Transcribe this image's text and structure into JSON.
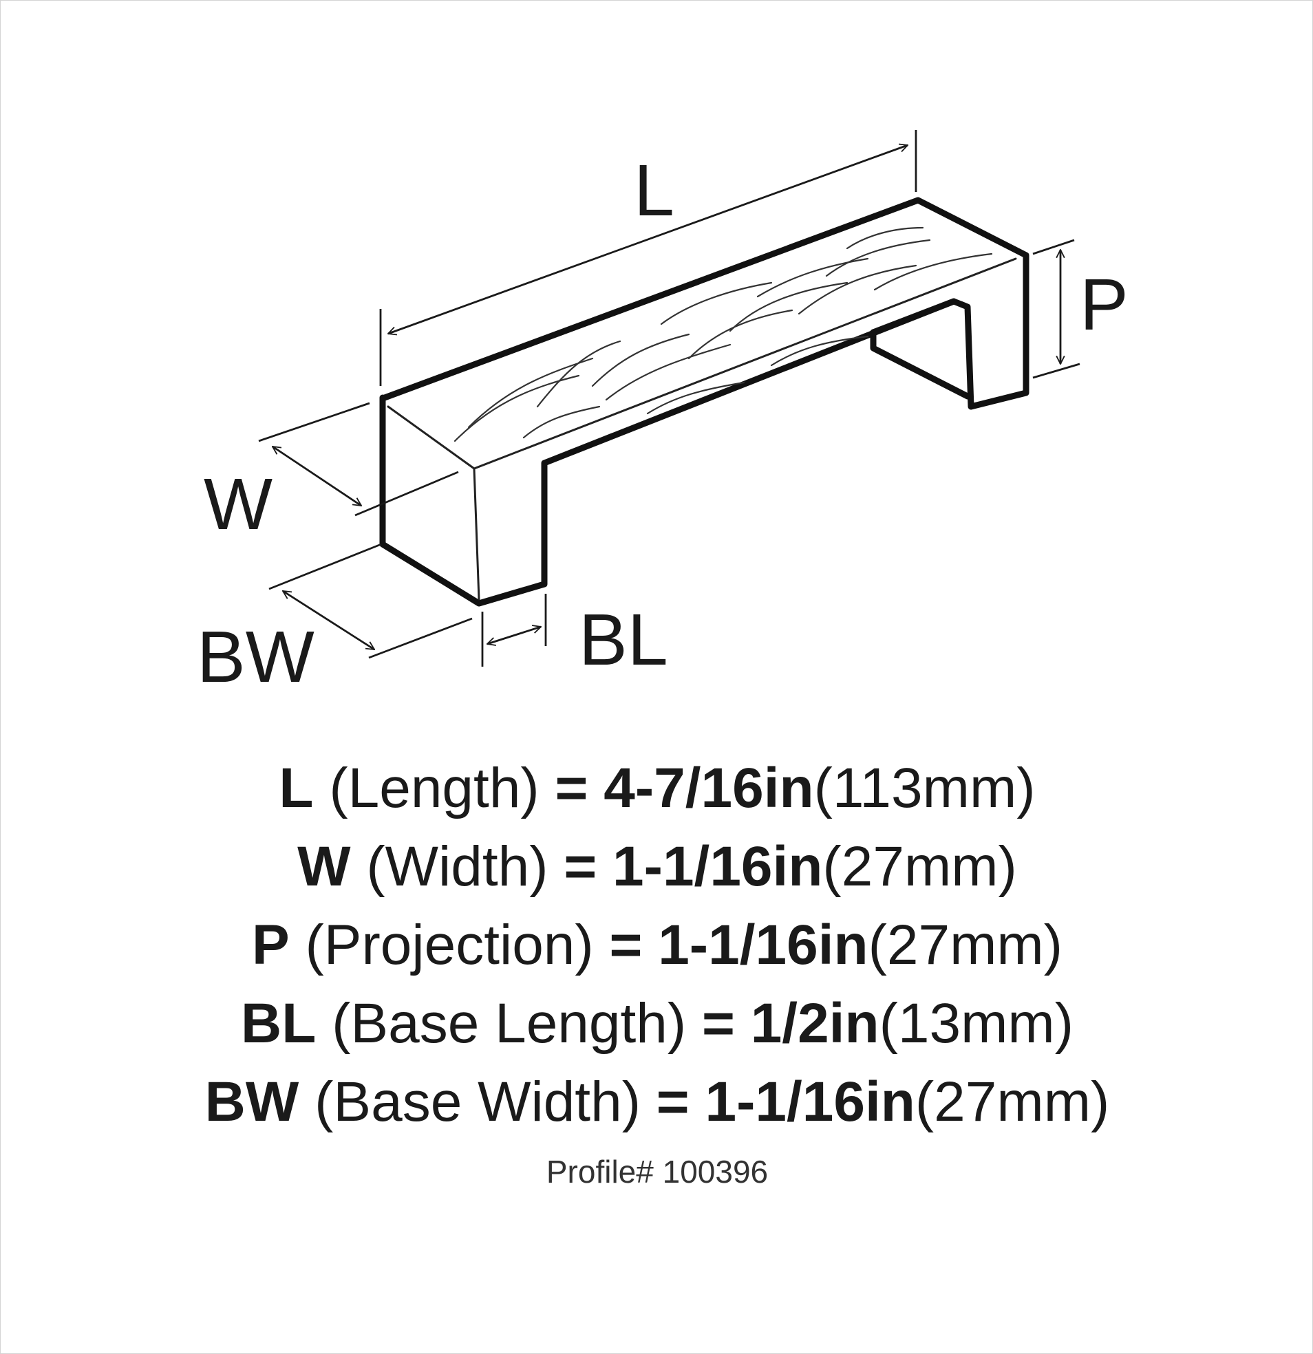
{
  "diagram": {
    "labels": {
      "length": "L",
      "projection": "P",
      "width": "W",
      "base_width": "BW",
      "base_length": "BL"
    }
  },
  "specs": [
    {
      "code": "L",
      "desc": "(Length)",
      "eq": "=",
      "imperial": "4-7/16in",
      "metric": "(113mm)"
    },
    {
      "code": "W",
      "desc": "(Width)",
      "eq": "=",
      "imperial": "1-1/16in",
      "metric": "(27mm)"
    },
    {
      "code": "P",
      "desc": "(Projection)",
      "eq": "=",
      "imperial": "1-1/16in",
      "metric": "(27mm)"
    },
    {
      "code": "BL",
      "desc": "(Base Length)",
      "eq": "=",
      "imperial": "1/2in",
      "metric": "(13mm)"
    },
    {
      "code": "BW",
      "desc": "(Base Width)",
      "eq": "=",
      "imperial": "1-1/16in",
      "metric": "(27mm)"
    }
  ],
  "profile": "Profile# 100396"
}
